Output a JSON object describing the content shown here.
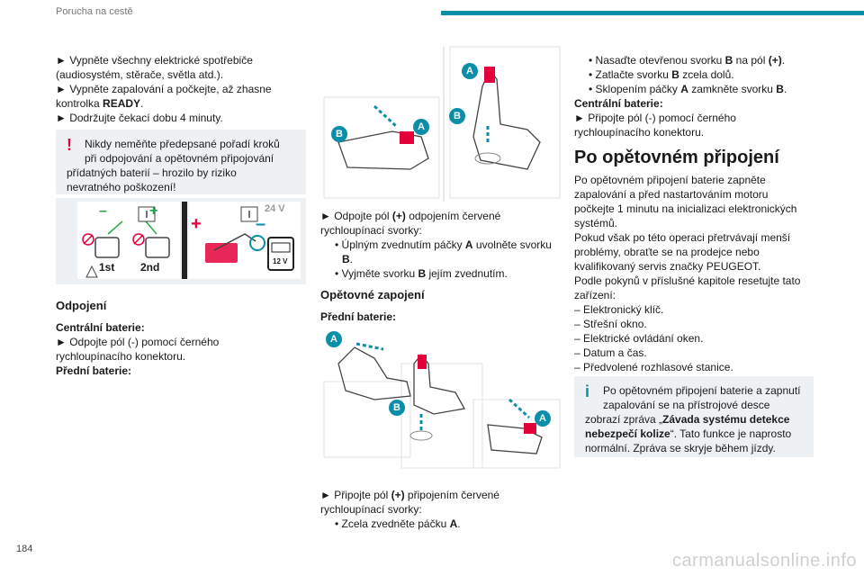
{
  "header": {
    "title": "Porucha na cestě"
  },
  "page_number": "184",
  "watermark": "carmanualsonline.info",
  "col1": {
    "l1": "► Vypněte všechny elektrické spotřebiče",
    "l2": "(audiosystém, stěrače, světla atd.).",
    "l3": "► Vypněte zapalování a počkejte, až zhasne",
    "l4a": "kontrolka ",
    "l4b": "READY",
    "l4c": ".",
    "l5": "► Dodržujte čekací dobu 4 minuty.",
    "warning": {
      "mark": "!",
      "l1": "Nikdy neměňte předepsané pořadí kroků",
      "l2": "při odpojování a opětovném připojování",
      "l3": "přídatných baterií – hrozilo by riziko",
      "l4": "nevratného poškození!"
    },
    "fig": {
      "first": "1st",
      "second": "2nd",
      "voltage": "24 V",
      "battery": "12 V",
      "minus": "–",
      "plus": "+"
    },
    "section": "Odpojení",
    "central_title": "Centrální baterie:",
    "central_l1": "► Odpojte pól (-) pomocí černého",
    "central_l2": "rychloupínacího konektoru.",
    "front_title": "Přední baterie:"
  },
  "col2": {
    "fig1": {
      "a": "A",
      "b": "B"
    },
    "t1": "► Odpojte pól ",
    "t1b": "(+)",
    "t1c": " odpojením červené",
    "t2": "rychloupínací svorky:",
    "t3a": "• Úplným zvednutím páčky ",
    "t3b": "A",
    "t3c": " uvolněte svorku",
    "t4": "B",
    "t4c": ".",
    "t5a": "• Vyjměte svorku ",
    "t5b": "B",
    "t5c": " jejím zvednutím.",
    "section": "Opětovné zapojení",
    "front_title": "Přední baterie:",
    "fig2": {
      "a": "A",
      "b": "B"
    },
    "u1a": "► Připojte pól ",
    "u1b": "(+)",
    "u1c": " připojením červené",
    "u2": "rychloupínací svorky:",
    "u3a": "• Zcela zvedněte páčku ",
    "u3b": "A",
    "u3c": "."
  },
  "col3": {
    "b1a": "• Nasaďte otevřenou svorku ",
    "b1b": "B",
    "b1c": " na pól ",
    "b1d": "(+)",
    "b1e": ".",
    "b2a": "• Zatlačte svorku ",
    "b2b": "B",
    "b2c": " zcela dolů.",
    "b3a": "• Sklopením páčky ",
    "b3b": "A",
    "b3c": " zamkněte svorku ",
    "b3d": "B",
    "b3e": ".",
    "central_title": "Centrální baterie:",
    "c1": "► Připojte pól (-) pomocí černého",
    "c2": "rychloupínacího konektoru.",
    "heading": "Po opětovném připojení",
    "p1": "Po opětovném připojení baterie zapněte",
    "p2": "zapalování a před nastartováním motoru",
    "p3": "počkejte 1 minutu na inicializaci elektronických",
    "p4": "systémů.",
    "p5": "Pokud však po této operaci přetrvávají menší",
    "p6": "problémy, obraťte se na prodejce nebo",
    "p7": "kvalifikovaný servis značky PEUGEOT.",
    "p8": "Podle pokynů v příslušné kapitole resetujte tato",
    "p9": "zařízení:",
    "li1": "– Elektronický klíč.",
    "li2": "– Střešní okno.",
    "li3": "– Elektrické ovládání oken.",
    "li4": "– Datum a čas.",
    "li5": "– Předvolené rozhlasové stanice.",
    "info": {
      "mark": "i",
      "l1": "Po opětovném připojení baterie a zapnutí",
      "l2": "zapalování se na přístrojové desce",
      "l3a": "zobrazí zpráva „",
      "l3b": "Závada systému detekce",
      "l4b": "nebezpečí kolize",
      "l4c": "“. Tato funkce je naprosto",
      "l5": "normální. Zpráva se skryje během jízdy."
    }
  },
  "colors": {
    "accent": "#0b8fa8",
    "warning": "#e4003a",
    "note_bg": "#eef1f4"
  }
}
